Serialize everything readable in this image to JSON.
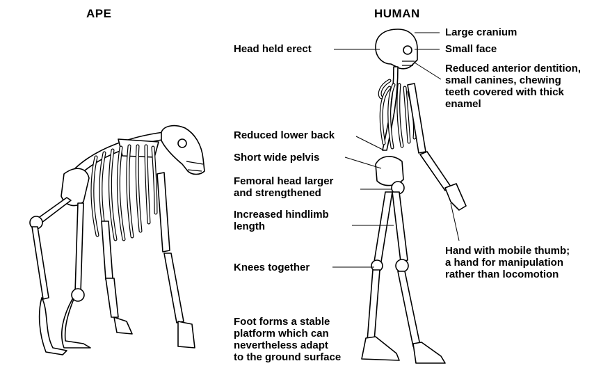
{
  "titles": {
    "ape": "APE",
    "human": "HUMAN"
  },
  "labels": {
    "large_cranium": "Large cranium",
    "small_face": "Small face",
    "head_held_erect": "Head held erect",
    "dentition": "Reduced anterior dentition,\nsmall canines, chewing\nteeth covered with thick\nenamel",
    "lower_back": "Reduced lower back",
    "pelvis": "Short wide pelvis",
    "femoral_head": "Femoral head larger\nand strengthened",
    "hindlimb": "Increased hindlimb\nlength",
    "hand": "Hand with mobile thumb;\na hand for manipulation\nrather than locomotion",
    "knees": "Knees together",
    "foot": "Foot forms a stable\nplatform which can\nnevertheless adapt\nto the ground surface"
  }
}
